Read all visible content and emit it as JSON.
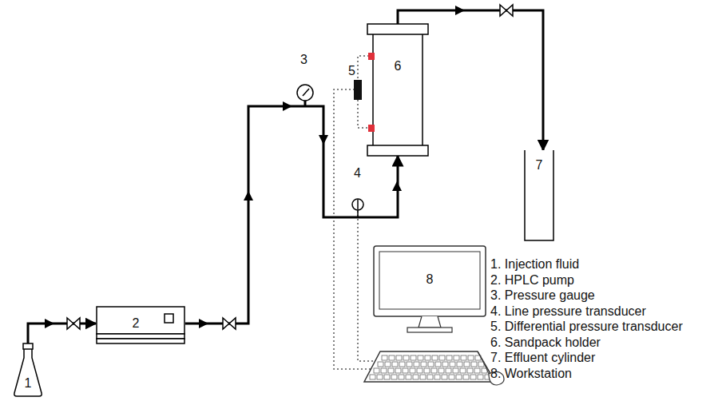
{
  "diagram": {
    "nodes": [
      {
        "text": [
          "1"
        ]
      },
      {
        "text": [
          "2"
        ]
      },
      {
        "text": [
          "6"
        ]
      },
      {
        "text": [
          "7"
        ]
      },
      {
        "text": [
          "8"
        ]
      }
    ],
    "edges": [
      {
        "from": 0,
        "to": 1,
        "arrow": "to"
      },
      {
        "from": 1,
        "to": 2,
        "arrow": "to"
      },
      {
        "from": 2,
        "to": 3,
        "arrow": "to"
      }
    ],
    "labels": [
      "3",
      "4",
      "5",
      "1. Injection fluid",
      "2. HPLC pump",
      "3. Pressure gauge",
      "4. Line pressure transducer",
      "5. Differential pressure transducer",
      "6. Sandpack holder",
      "7. Effluent cylinder",
      "8. Workstation"
    ]
  }
}
